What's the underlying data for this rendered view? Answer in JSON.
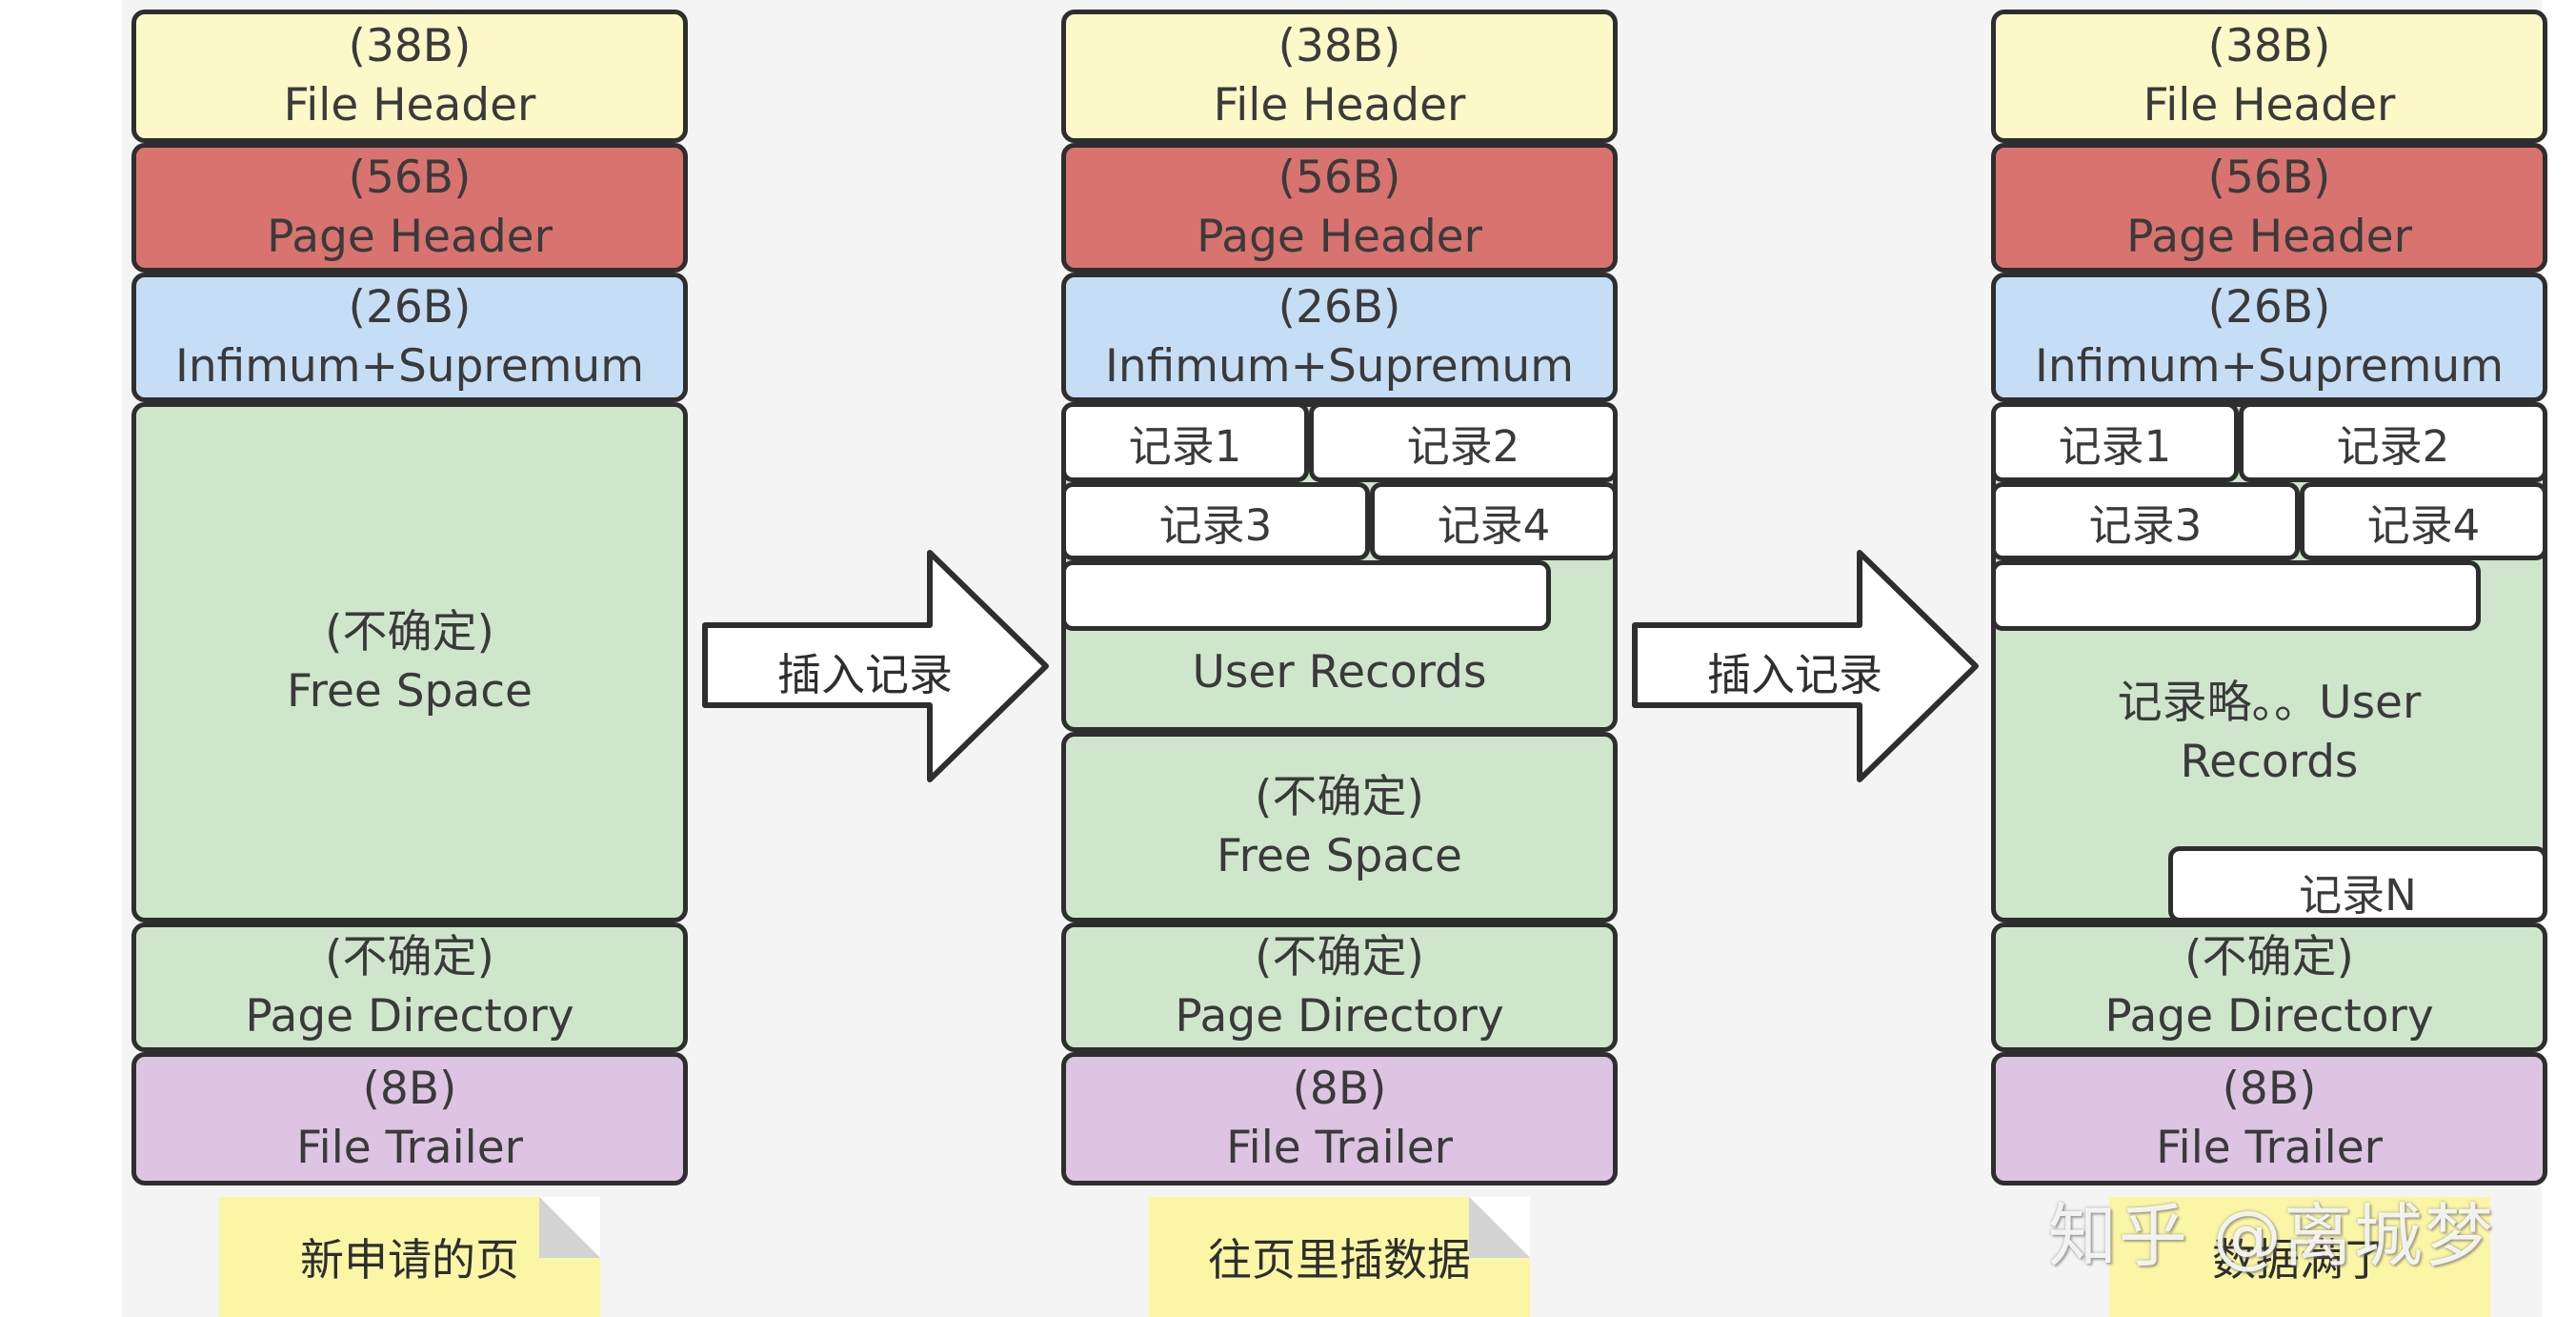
{
  "page1": {
    "file_header": {
      "size": "(38B)",
      "name": "File Header"
    },
    "page_header": {
      "size": "(56B)",
      "name": "Page Header"
    },
    "infimum_supremum": {
      "size": "(26B)",
      "name": "Infimum+Supremum"
    },
    "free_space": {
      "size": "(不确定)",
      "name": "Free Space"
    },
    "page_directory": {
      "size": "(不确定)",
      "name": "Page Directory"
    },
    "file_trailer": {
      "size": "(8B)",
      "name": "File Trailer"
    },
    "caption": "新申请的页"
  },
  "arrow1_label": "插入记录",
  "page2": {
    "file_header": {
      "size": "(38B)",
      "name": "File Header"
    },
    "page_header": {
      "size": "(56B)",
      "name": "Page Header"
    },
    "infimum_supremum": {
      "size": "(26B)",
      "name": "Infimum+Supremum"
    },
    "records": [
      "记录1",
      "记录2",
      "记录3",
      "记录4"
    ],
    "user_records": "User Records",
    "free_space": {
      "size": "(不确定)",
      "name": "Free Space"
    },
    "page_directory": {
      "size": "(不确定)",
      "name": "Page Directory"
    },
    "file_trailer": {
      "size": "(8B)",
      "name": "File Trailer"
    },
    "caption": "往页里插数据"
  },
  "arrow2_label": "插入记录",
  "page3": {
    "file_header": {
      "size": "(38B)",
      "name": "File Header"
    },
    "page_header": {
      "size": "(56B)",
      "name": "Page Header"
    },
    "infimum_supremum": {
      "size": "(26B)",
      "name": "Infimum+Supremum"
    },
    "records": [
      "记录1",
      "记录2",
      "记录3",
      "记录4"
    ],
    "user_records_line1": "记录略。。User",
    "user_records_line2": "Records",
    "record_n": "记录N",
    "page_directory": {
      "size": "(不确定)",
      "name": "Page Directory"
    },
    "file_trailer": {
      "size": "(8B)",
      "name": "File Trailer"
    },
    "caption": "数据满了"
  },
  "watermark": "知乎 @离城梦",
  "colors": {
    "file_header": "#fcf8c8",
    "page_header": "#d9736f",
    "infimum_supremum": "#c6def5",
    "green_area": "#cfe6cc",
    "file_trailer": "#dcc4e2",
    "note": "#fbf6a6"
  }
}
